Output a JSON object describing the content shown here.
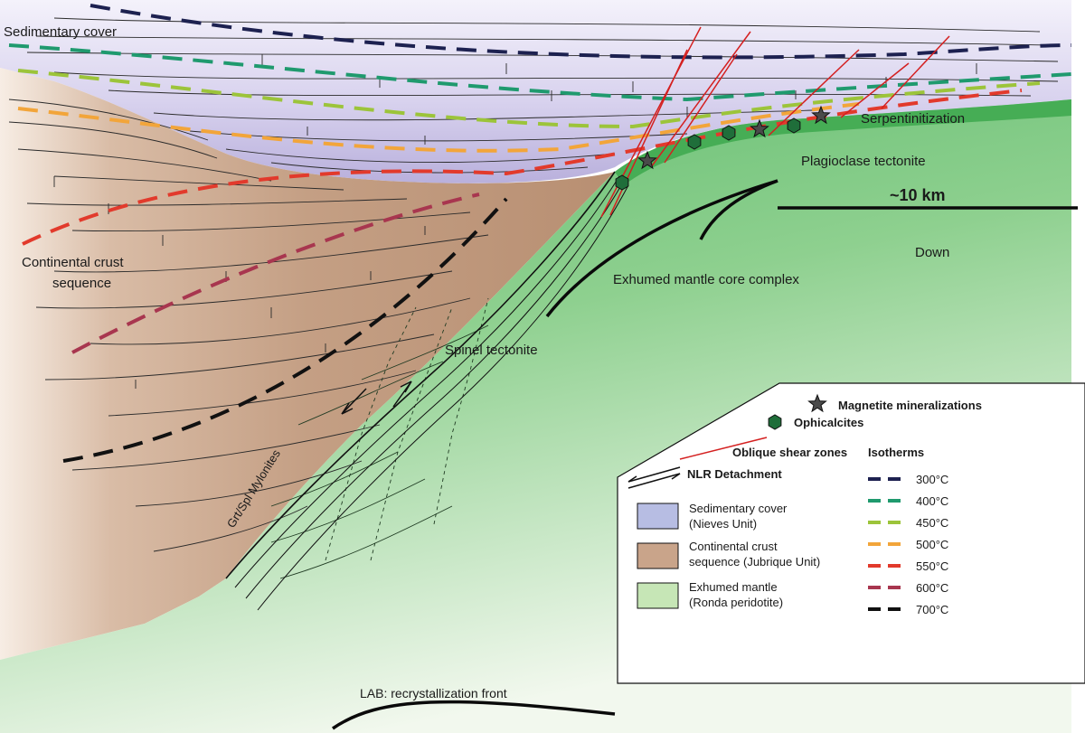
{
  "labels": {
    "sedimentary_cover": "Sedimentary cover",
    "continental_crust_line1": "Continental crust",
    "continental_crust_line2": "sequence",
    "serpentinitization": "Serpentinitization",
    "plagioclase_tectonite": "Plagioclase tectonite",
    "scale": "~10 km",
    "down": "Down",
    "exhumed_mantle_core_complex": "Exhumed mantle core complex",
    "spinel_tectonite": "Spinel tectonite",
    "mylonites": "Grt/Spl Mylonites",
    "lab": "LAB: recrystallization front"
  },
  "legend": {
    "magnetite": "Magnetite mineralizations",
    "ophicalcites": "Ophicalcites",
    "oblique_shear": "Oblique shear zones",
    "isotherms_title": "Isotherms",
    "nlr_detachment": "NLR Detachment",
    "units": [
      {
        "line1": "Sedimentary cover",
        "line2": "(Nieves Unit)",
        "color": "#b7bde3"
      },
      {
        "line1": "Continental crust",
        "line2": "sequence (Jubrique Unit)",
        "color": "#c9a48a"
      },
      {
        "line1": "Exhumed mantle",
        "line2": "(Ronda peridotite)",
        "color": "#c6e6b6"
      }
    ],
    "isotherms": [
      {
        "label": "300°C",
        "color": "#1d2150"
      },
      {
        "label": "400°C",
        "color": "#1f9a6e"
      },
      {
        "label": "450°C",
        "color": "#9cc43a"
      },
      {
        "label": "500°C",
        "color": "#f2a53a"
      },
      {
        "label": "550°C",
        "color": "#e23a2c"
      },
      {
        "label": "600°C",
        "color": "#a8364f"
      },
      {
        "label": "700°C",
        "color": "#111111"
      }
    ]
  },
  "colors": {
    "sediment": "#c9c3e6",
    "crust": "#c3a086",
    "mantle": "#6cc27a",
    "mantle_dark": "#3daa4f",
    "shear": "#d42020",
    "ophicalcite": "#1f6e3a",
    "magnetite": "#4a4a4a"
  }
}
